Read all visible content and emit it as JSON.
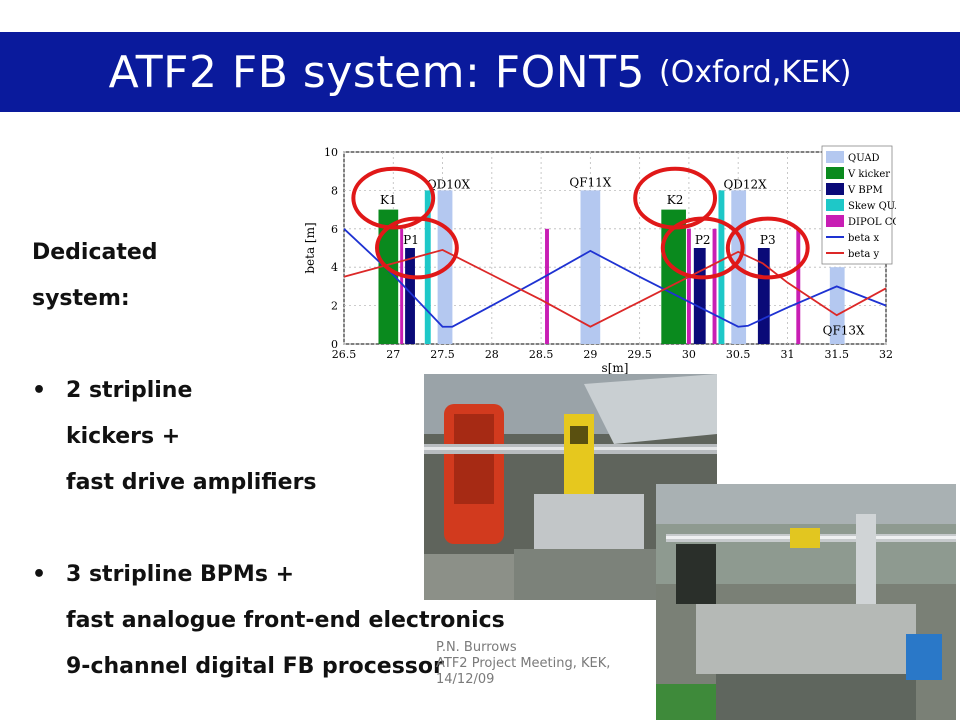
{
  "title": {
    "main": "ATF2 FB system: FONT5",
    "sub": "(Oxford,KEK)"
  },
  "bullets": {
    "intro_line1": "Dedicated",
    "intro_line2": "system:",
    "b1_line1": "2 stripline",
    "b1_line2": "kickers +",
    "b1_line3": "fast drive amplifiers",
    "b2_line1": "3 stripline BPMs +",
    "b2_line2": "fast analogue front-end electronics",
    "b2_line3": "9-channel digital FB processor"
  },
  "footer": {
    "line1": "P.N. Burrows",
    "line2": "ATF2 Project Meeting, KEK,",
    "line3": "14/12/09"
  },
  "chart_data": {
    "type": "line",
    "xlabel": "s[m]",
    "ylabel": "beta [m]",
    "xlim": [
      26.5,
      32
    ],
    "ylim": [
      0,
      10
    ],
    "x_ticks": [
      26.5,
      27,
      27.5,
      28,
      28.5,
      29,
      29.5,
      30,
      30.5,
      31,
      31.5,
      32
    ],
    "y_ticks": [
      0,
      2,
      4,
      6,
      8,
      10
    ],
    "grid": true,
    "legend_position": "top-right",
    "legend": [
      {
        "label": "QUAD",
        "color": "#b4c8f0",
        "kind": "bar"
      },
      {
        "label": "V kicker",
        "color": "#0a8a1e",
        "kind": "bar"
      },
      {
        "label": "V BPM",
        "color": "#0a0a78",
        "kind": "bar"
      },
      {
        "label": "Skew QUAD",
        "color": "#1ec8c8",
        "kind": "bar"
      },
      {
        "label": "DIPOL CORR",
        "color": "#c81eb4",
        "kind": "bar"
      },
      {
        "label": "beta x",
        "color": "#1e32d2",
        "kind": "line"
      },
      {
        "label": "beta y",
        "color": "#dc2828",
        "kind": "line"
      }
    ],
    "elements": [
      {
        "type": "V kicker",
        "x0": 26.85,
        "x1": 27.05,
        "height": 7
      },
      {
        "type": "DIPOL CORR",
        "x0": 27.07,
        "x1": 27.1,
        "height": 6
      },
      {
        "type": "V BPM",
        "x0": 27.12,
        "x1": 27.22,
        "height": 5
      },
      {
        "type": "Skew QUAD",
        "x0": 27.32,
        "x1": 27.38,
        "height": 8
      },
      {
        "type": "QUAD",
        "x0": 27.45,
        "x1": 27.6,
        "height": 8
      },
      {
        "type": "DIPOL CORR",
        "x0": 28.54,
        "x1": 28.58,
        "height": 6
      },
      {
        "type": "QUAD",
        "x0": 28.9,
        "x1": 29.1,
        "height": 8
      },
      {
        "type": "V kicker",
        "x0": 29.72,
        "x1": 29.97,
        "height": 7
      },
      {
        "type": "DIPOL CORR",
        "x0": 29.98,
        "x1": 30.02,
        "height": 6
      },
      {
        "type": "V BPM",
        "x0": 30.05,
        "x1": 30.17,
        "height": 5
      },
      {
        "type": "DIPOL CORR",
        "x0": 30.24,
        "x1": 30.28,
        "height": 6
      },
      {
        "type": "Skew QUAD",
        "x0": 30.3,
        "x1": 30.36,
        "height": 8
      },
      {
        "type": "QUAD",
        "x0": 30.43,
        "x1": 30.58,
        "height": 8
      },
      {
        "type": "V BPM",
        "x0": 30.7,
        "x1": 30.82,
        "height": 5
      },
      {
        "type": "DIPOL CORR",
        "x0": 31.09,
        "x1": 31.13,
        "height": 6
      },
      {
        "type": "QUAD",
        "x0": 31.43,
        "x1": 31.58,
        "height": 4
      }
    ],
    "element_labels": [
      {
        "text": "K1",
        "x": 26.95,
        "y": 7.3
      },
      {
        "text": "P1",
        "x": 27.18,
        "y": 5.2
      },
      {
        "text": "QD10X",
        "x": 27.56,
        "y": 8.1
      },
      {
        "text": "QF11X",
        "x": 29.0,
        "y": 8.2
      },
      {
        "text": "K2",
        "x": 29.86,
        "y": 7.3
      },
      {
        "text": "QD12X",
        "x": 30.57,
        "y": 8.1
      },
      {
        "text": "P2",
        "x": 30.14,
        "y": 5.2
      },
      {
        "text": "P3",
        "x": 30.8,
        "y": 5.2
      },
      {
        "text": "QF13X",
        "x": 31.57,
        "y": 0.5
      }
    ],
    "highlight_circles": [
      {
        "x": 27.0,
        "y": 7.6,
        "r": 0.9
      },
      {
        "x": 27.24,
        "y": 5.0,
        "r": 0.9
      },
      {
        "x": 29.86,
        "y": 7.6,
        "r": 0.9
      },
      {
        "x": 30.14,
        "y": 5.0,
        "r": 0.9
      },
      {
        "x": 30.8,
        "y": 5.0,
        "r": 0.9
      }
    ],
    "series": [
      {
        "name": "beta x",
        "x": [
          26.5,
          27.0,
          27.5,
          27.6,
          28.0,
          28.5,
          29.0,
          29.5,
          30.0,
          30.5,
          30.6,
          31.0,
          31.5,
          32.0
        ],
        "y": [
          6.0,
          3.6,
          0.9,
          0.9,
          2.0,
          3.4,
          4.85,
          3.5,
          2.2,
          0.9,
          0.95,
          1.9,
          3.0,
          2.0
        ]
      },
      {
        "name": "beta y",
        "x": [
          26.5,
          27.0,
          27.5,
          28.0,
          28.5,
          29.0,
          29.5,
          30.0,
          30.5,
          30.75,
          31.0,
          31.5,
          32.0
        ],
        "y": [
          3.5,
          4.2,
          4.9,
          3.6,
          2.3,
          0.9,
          2.2,
          3.5,
          4.8,
          4.2,
          3.2,
          1.5,
          2.9
        ]
      }
    ]
  }
}
